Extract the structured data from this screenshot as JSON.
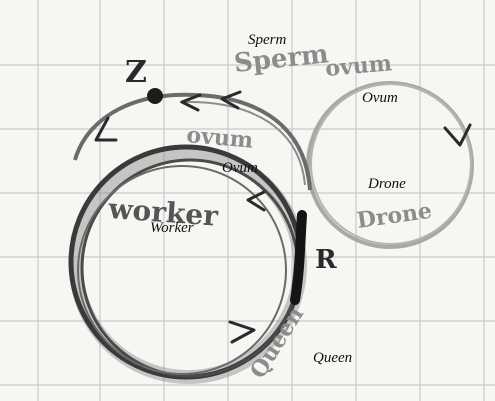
{
  "colors": {
    "paper": "#f7f6f2",
    "grid": "#bcc0c8",
    "dark": "#2a2a2a",
    "gray": "#8c8c8c",
    "pencil": "#555555"
  },
  "handwritten": {
    "sperm": "Sperm",
    "ovum_top": "ovum",
    "ovum_left": "ovum",
    "drone": "Drone",
    "worker": "worker",
    "queen": "Queen",
    "z": "Z",
    "r": "R"
  },
  "labels": {
    "sperm": "Sperm",
    "ovum_right": "Ovum",
    "ovum_center": "Ovum",
    "drone": "Drone",
    "worker": "Worker",
    "queen": "Queen"
  }
}
